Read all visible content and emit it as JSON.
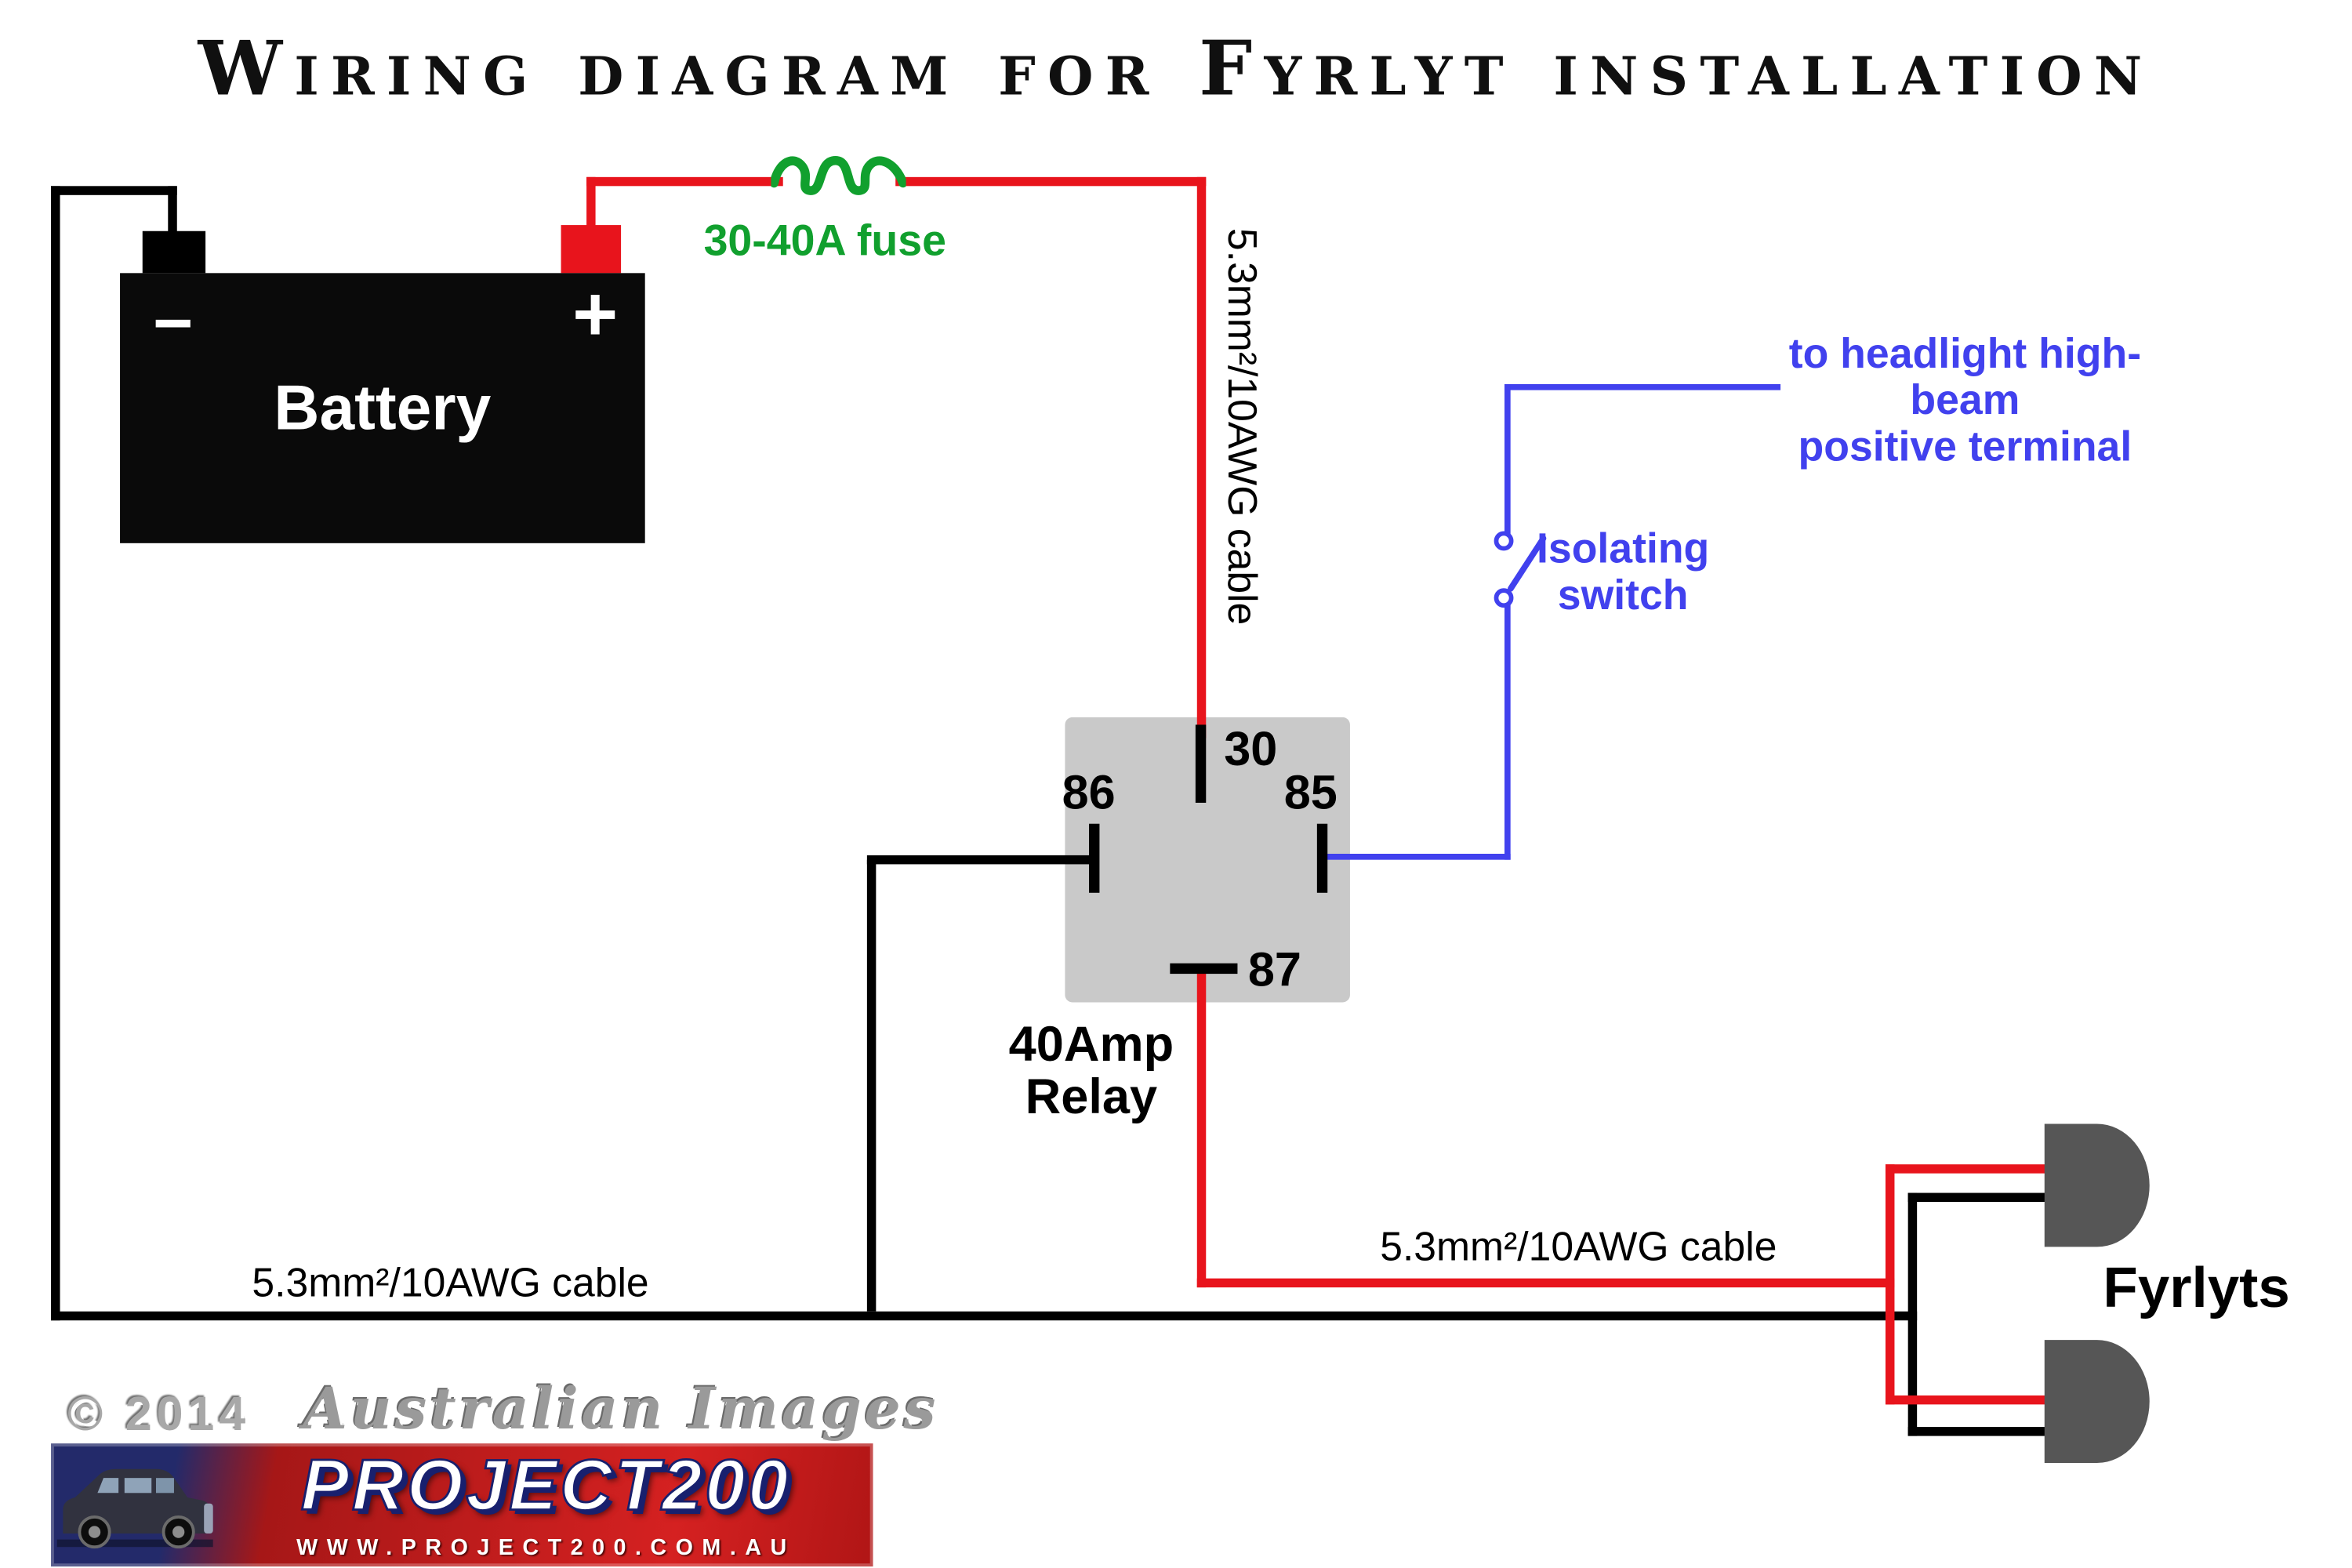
{
  "title": "Wiring diagram for Fyrlyt installation",
  "battery": {
    "name": "Battery",
    "negative_sign": "−",
    "positive_sign": "+"
  },
  "fuse": {
    "label": "30-40A fuse"
  },
  "cables": {
    "battery_feed": "5.3mm²/10AWG cable",
    "ground": "5.3mm²/10AWG cable",
    "lamp_feed": "5.3mm²/10AWG cable"
  },
  "headlight_note": {
    "line1": "to headlight high-beam",
    "line2": "positive terminal"
  },
  "isolating_switch": {
    "line1": "Isolating",
    "line2": "switch"
  },
  "relay": {
    "t30": "30",
    "t85": "85",
    "t86": "86",
    "t87": "87",
    "caption_line1": "40Amp",
    "caption_line2": "Relay"
  },
  "lamps": {
    "label": "Fyrlyts"
  },
  "watermark": {
    "copyright": "© 2014",
    "studio": "Australian Images",
    "logo_text": "PROJECT200",
    "logo_url": "WWW.PROJECT200.COM.AU"
  },
  "colors": {
    "wire-positive": "#e8141c",
    "wire-ground": "#000000",
    "signal-blue": "#4141ee",
    "fuse-green": "#11a02e",
    "relay-fill": "#c9c9c9",
    "lamp-fill": "#565656",
    "battery-fill": "#0a0a0a"
  }
}
